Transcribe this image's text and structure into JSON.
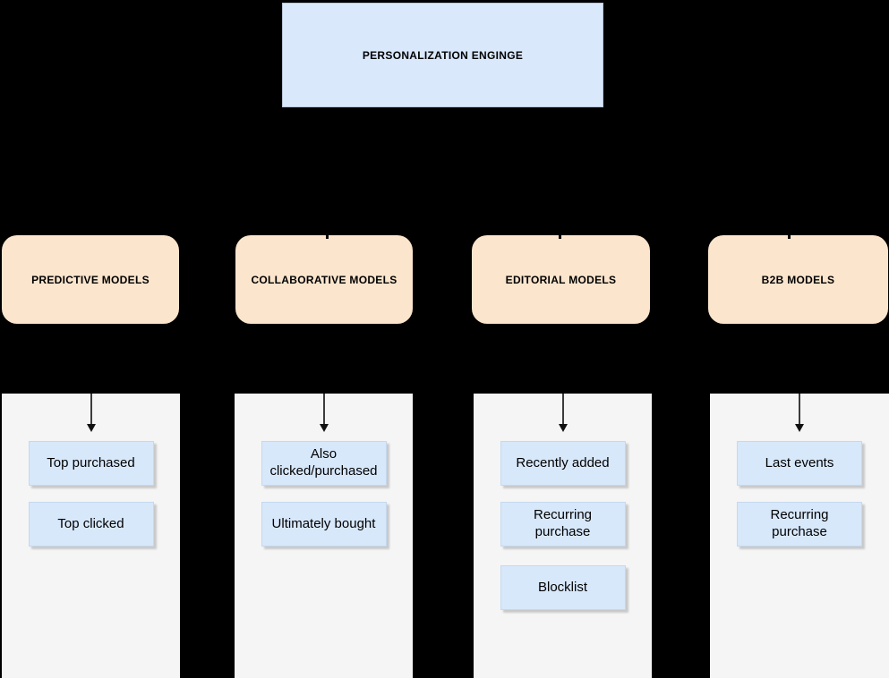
{
  "diagram": {
    "root": {
      "label": "PERSONALIZATION ENGINGE"
    },
    "groups": [
      {
        "label": "PREDICTIVE MODELS",
        "items": [
          {
            "label": "Top purchased"
          },
          {
            "label": "Top clicked"
          }
        ]
      },
      {
        "label": "COLLABORATIVE MODELS",
        "items": [
          {
            "label": "Also clicked/purchased"
          },
          {
            "label": "Ultimately bought"
          }
        ]
      },
      {
        "label": "EDITORIAL MODELS",
        "items": [
          {
            "label": "Recently added"
          },
          {
            "label": "Recurring purchase"
          },
          {
            "label": "Blocklist"
          }
        ]
      },
      {
        "label": "B2B MODELS",
        "items": [
          {
            "label": "Last events"
          },
          {
            "label": "Recurring purchase"
          }
        ]
      }
    ],
    "colors": {
      "background": "#000000",
      "root_fill": "#dae8fc",
      "category_fill": "#fbe5cd",
      "panel_fill": "#f5f5f5",
      "item_fill": "#d8e8fb",
      "arrow": "#3c3c3c"
    }
  }
}
